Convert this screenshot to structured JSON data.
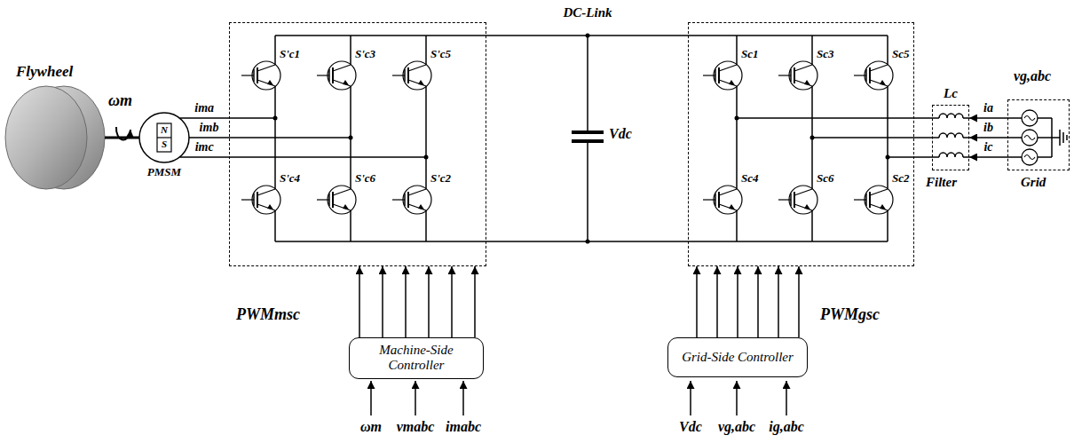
{
  "diagram": {
    "nodes": [
      {
        "text": [
          "Flywheel"
        ]
      },
      {
        "text": [
          "N",
          "S",
          "PMSM"
        ]
      },
      {
        "text": [
          "S'c1",
          "S'c3",
          "S'c5",
          "S'c4",
          "S'c6",
          "S'c2"
        ]
      },
      {
        "text": [
          "Sc1",
          "Sc3",
          "Sc5",
          "Sc4",
          "Sc6",
          "Sc2"
        ]
      },
      {
        "text": [
          "Lc",
          "Filter"
        ]
      },
      {
        "text": [
          "vg,abc",
          "Grid"
        ]
      },
      {
        "text": [
          "Machine-Side Controller"
        ]
      },
      {
        "text": [
          "Grid-Side Controller"
        ]
      }
    ],
    "edges": [
      {
        "from": 1,
        "to": 2,
        "arrow": "none",
        "label": "ima"
      },
      {
        "from": 1,
        "to": 2,
        "arrow": "none",
        "label": "imb"
      },
      {
        "from": 1,
        "to": 2,
        "arrow": "none",
        "label": "imc"
      },
      {
        "from": 2,
        "to": 3,
        "arrow": "none"
      },
      {
        "from": 2,
        "to": 3,
        "arrow": "none"
      },
      {
        "from": 3,
        "to": 4,
        "arrow": "none"
      },
      {
        "from": 3,
        "to": 4,
        "arrow": "none"
      },
      {
        "from": 3,
        "to": 4,
        "arrow": "none"
      },
      {
        "from": 5,
        "to": 4,
        "arrow": "to",
        "label": "ia"
      },
      {
        "from": 5,
        "to": 4,
        "arrow": "to",
        "label": "ib"
      },
      {
        "from": 5,
        "to": 4,
        "arrow": "to",
        "label": "ic"
      },
      {
        "from": 6,
        "to": 2,
        "arrow": "to"
      },
      {
        "from": 6,
        "to": 2,
        "arrow": "to"
      },
      {
        "from": 6,
        "to": 2,
        "arrow": "to"
      },
      {
        "from": 6,
        "to": 2,
        "arrow": "to"
      },
      {
        "from": 6,
        "to": 2,
        "arrow": "to"
      },
      {
        "from": 6,
        "to": 2,
        "arrow": "to"
      },
      {
        "from": 7,
        "to": 3,
        "arrow": "to"
      },
      {
        "from": 7,
        "to": 3,
        "arrow": "to"
      },
      {
        "from": 7,
        "to": 3,
        "arrow": "to"
      },
      {
        "from": 7,
        "to": 3,
        "arrow": "to"
      },
      {
        "from": 7,
        "to": 3,
        "arrow": "to"
      },
      {
        "from": 7,
        "to": 3,
        "arrow": "to"
      }
    ],
    "labels": [
      "ωm",
      "DC-Link",
      "Vdc",
      "PWMmsc",
      "PWMgsc",
      "ωm",
      "vmabc",
      "imabc",
      "Vdc",
      "vg,abc",
      "ig,abc"
    ]
  }
}
